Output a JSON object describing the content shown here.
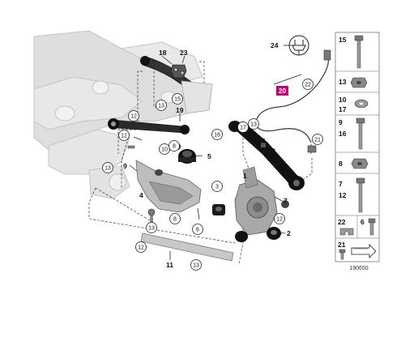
{
  "diagram": {
    "callouts_plain": [
      {
        "id": "c18",
        "text": "18"
      },
      {
        "id": "c23",
        "text": "23"
      },
      {
        "id": "c19",
        "text": "19"
      },
      {
        "id": "c5",
        "text": "5"
      },
      {
        "id": "c9",
        "text": "9"
      },
      {
        "id": "c4",
        "text": "4"
      },
      {
        "id": "c1",
        "text": "1"
      },
      {
        "id": "c14",
        "text": "14"
      },
      {
        "id": "c24",
        "text": "24"
      },
      {
        "id": "c7",
        "text": "7"
      },
      {
        "id": "c2",
        "text": "2"
      },
      {
        "id": "c11",
        "text": "11"
      }
    ],
    "callouts_circled": [
      {
        "id": "cc15",
        "text": "15"
      },
      {
        "id": "cc13a",
        "text": "13"
      },
      {
        "id": "cc12a",
        "text": "12"
      },
      {
        "id": "cc12b",
        "text": "12"
      },
      {
        "id": "cc10",
        "text": "10"
      },
      {
        "id": "cc8a",
        "text": "8"
      },
      {
        "id": "cc13b",
        "text": "13"
      },
      {
        "id": "cc16",
        "text": "16"
      },
      {
        "id": "cc17",
        "text": "17"
      },
      {
        "id": "cc13c",
        "text": "13"
      },
      {
        "id": "cc22",
        "text": "22"
      },
      {
        "id": "cc21",
        "text": "21"
      },
      {
        "id": "cc3",
        "text": "3"
      },
      {
        "id": "cc8b",
        "text": "8"
      },
      {
        "id": "cc6",
        "text": "6"
      },
      {
        "id": "cc12c",
        "text": "12"
      },
      {
        "id": "cc13d",
        "text": "13"
      },
      {
        "id": "cc12d",
        "text": "12"
      },
      {
        "id": "cc13e",
        "text": "13"
      }
    ],
    "highlight": {
      "text": "20",
      "color": "#c0007a"
    },
    "ref_number": "190650"
  },
  "parts_panel": [
    {
      "id": "p15",
      "labels": [
        "15"
      ]
    },
    {
      "id": "p13",
      "labels": [
        "13"
      ]
    },
    {
      "id": "p10",
      "labels": [
        "10",
        "17"
      ]
    },
    {
      "id": "p9",
      "labels": [
        "9",
        "16"
      ]
    },
    {
      "id": "p8",
      "labels": [
        "8"
      ]
    },
    {
      "id": "p7",
      "labels": [
        "7",
        "12"
      ]
    },
    {
      "id": "p22",
      "labels": [
        "22"
      ]
    },
    {
      "id": "p6",
      "labels": [
        "6"
      ]
    },
    {
      "id": "p21",
      "labels": [
        "21"
      ]
    }
  ],
  "colors": {
    "line": "#222222",
    "subframe": "#d9d9d9",
    "part_gray": "#8a8a8a",
    "part_dark": "#1a1a1a",
    "highlight": "#c0007a"
  }
}
